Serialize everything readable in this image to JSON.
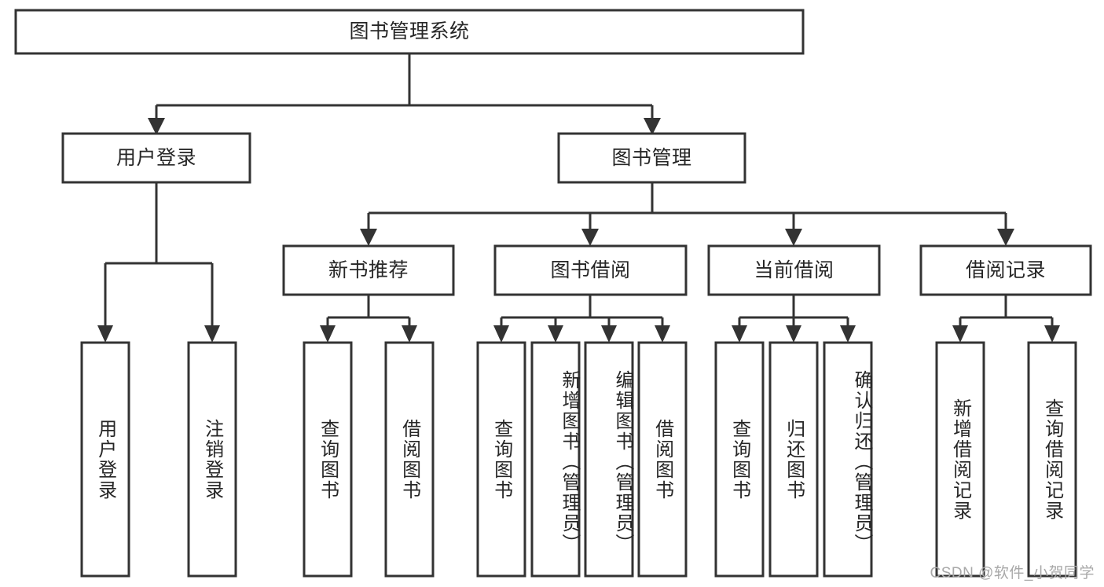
{
  "diagram": {
    "type": "tree-hierarchy",
    "title": "图书管理系统",
    "watermark": "CSDN @软件_小贺同学",
    "colors": {
      "stroke": "#333333",
      "box_fill": "#ffffff",
      "text": "#262626",
      "background": "#ffffff",
      "watermark": "#a8a8a8"
    },
    "levels": {
      "root": {
        "label": "图书管理系统"
      },
      "level2": [
        {
          "id": "user-login",
          "label": "用户登录"
        },
        {
          "id": "book-management",
          "label": "图书管理"
        }
      ],
      "level3": [
        {
          "id": "new-book-recommend",
          "label": "新书推荐",
          "parent": "book-management"
        },
        {
          "id": "book-borrow",
          "label": "图书借阅",
          "parent": "book-management"
        },
        {
          "id": "current-borrow",
          "label": "当前借阅",
          "parent": "book-management"
        },
        {
          "id": "borrow-record",
          "label": "借阅记录",
          "parent": "book-management"
        }
      ],
      "leaves": {
        "user-login": [
          {
            "id": "leaf-user-login",
            "label": "用户登录"
          },
          {
            "id": "leaf-user-logout",
            "label": "注销登录"
          }
        ],
        "new-book-recommend": [
          {
            "id": "leaf-query-book-1",
            "label": "查询图书"
          },
          {
            "id": "leaf-borrow-book-1",
            "label": "借阅图书"
          }
        ],
        "book-borrow": [
          {
            "id": "leaf-query-book-2",
            "label": "查询图书"
          },
          {
            "id": "leaf-add-book",
            "label": "新增图书（管理员）"
          },
          {
            "id": "leaf-edit-book",
            "label": "编辑图书（管理员）"
          },
          {
            "id": "leaf-borrow-book-2",
            "label": "借阅图书"
          }
        ],
        "current-borrow": [
          {
            "id": "leaf-query-book-3",
            "label": "查询图书"
          },
          {
            "id": "leaf-return-book",
            "label": "归还图书"
          },
          {
            "id": "leaf-confirm-return",
            "label": "确认归还（管理员）"
          }
        ],
        "borrow-record": [
          {
            "id": "leaf-add-record",
            "label": "新增借阅记录"
          },
          {
            "id": "leaf-query-record",
            "label": "查询借阅记录"
          }
        ]
      }
    }
  }
}
